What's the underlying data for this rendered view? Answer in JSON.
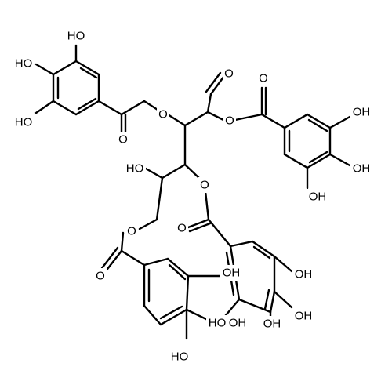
{
  "atom_labels": {
    "ring1_oh_top": "HO",
    "ring1_oh_mid": "HO",
    "ring1_oh_low": "HO",
    "ester1_ring_o": "O",
    "ester1_carbonyl_o": "O",
    "aldehyde_o": "O",
    "ester2_ring_o": "O",
    "ester2_carbonyl_o": "O",
    "ring2_oh_top": "OH",
    "ring2_oh_mid": "OH",
    "ring2_oh_low": "OH",
    "hydroxyl": "HO",
    "ester3_ring_o": "O",
    "ester3_carbonyl_o": "O",
    "ester4_ring_o": "O",
    "ester4_carbonyl_o": "O",
    "ring3_oh_a": "OH",
    "ring3_oh_b": "OH",
    "ring3_oh_c": "OH",
    "ring4_oh_a": "HO",
    "ring4_oh_b": "HO",
    "ring4_oh_c": "OH",
    "ring4_oh_d": "OH"
  }
}
